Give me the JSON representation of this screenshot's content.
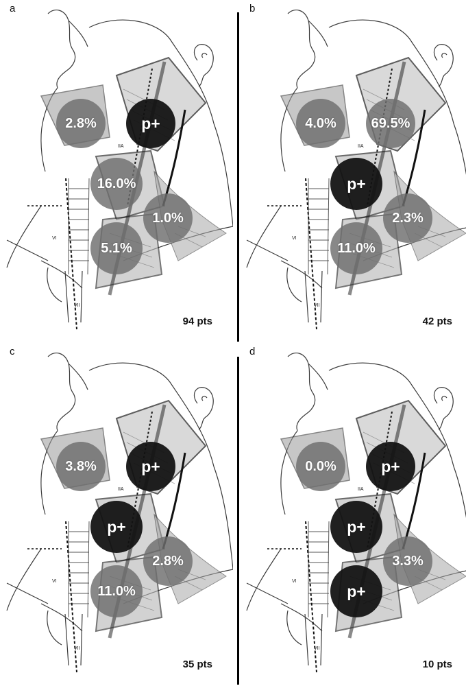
{
  "panels": [
    {
      "letter": "a",
      "pts": "94 pts",
      "levels": {
        "I": {
          "text": "2.8%",
          "kind": "grey"
        },
        "IIA": {
          "text": "p+",
          "kind": "dark"
        },
        "III": {
          "text": "16.0%",
          "kind": "grey"
        },
        "V": {
          "text": "1.0%",
          "kind": "grey"
        },
        "IV": {
          "text": "5.1%",
          "kind": "grey"
        }
      }
    },
    {
      "letter": "b",
      "pts": "42 pts",
      "levels": {
        "I": {
          "text": "4.0%",
          "kind": "grey"
        },
        "IIA": {
          "text": "69.5%",
          "kind": "grey"
        },
        "III": {
          "text": "p+",
          "kind": "dark"
        },
        "V": {
          "text": "2.3%",
          "kind": "grey"
        },
        "IV": {
          "text": "11.0%",
          "kind": "grey"
        }
      }
    },
    {
      "letter": "c",
      "pts": "35 pts",
      "levels": {
        "I": {
          "text": "3.8%",
          "kind": "grey"
        },
        "IIA": {
          "text": "p+",
          "kind": "dark"
        },
        "III": {
          "text": "p+",
          "kind": "dark"
        },
        "V": {
          "text": "2.8%",
          "kind": "grey"
        },
        "IV": {
          "text": "11.0%",
          "kind": "grey"
        }
      }
    },
    {
      "letter": "d",
      "pts": "10 pts",
      "levels": {
        "I": {
          "text": "0.0%",
          "kind": "grey"
        },
        "IIA": {
          "text": "p+",
          "kind": "dark"
        },
        "III": {
          "text": "p+",
          "kind": "dark"
        },
        "V": {
          "text": "3.3%",
          "kind": "grey"
        },
        "IV": {
          "text": "p+",
          "kind": "dark"
        }
      }
    }
  ],
  "anatomy_labels": {
    "level_2a": "IIA",
    "level_6": "VI",
    "level_7": "VII"
  },
  "colors": {
    "grey_circle": "#6e6e6e",
    "dark_circle": "#121212",
    "line": "#1a1a1a"
  }
}
